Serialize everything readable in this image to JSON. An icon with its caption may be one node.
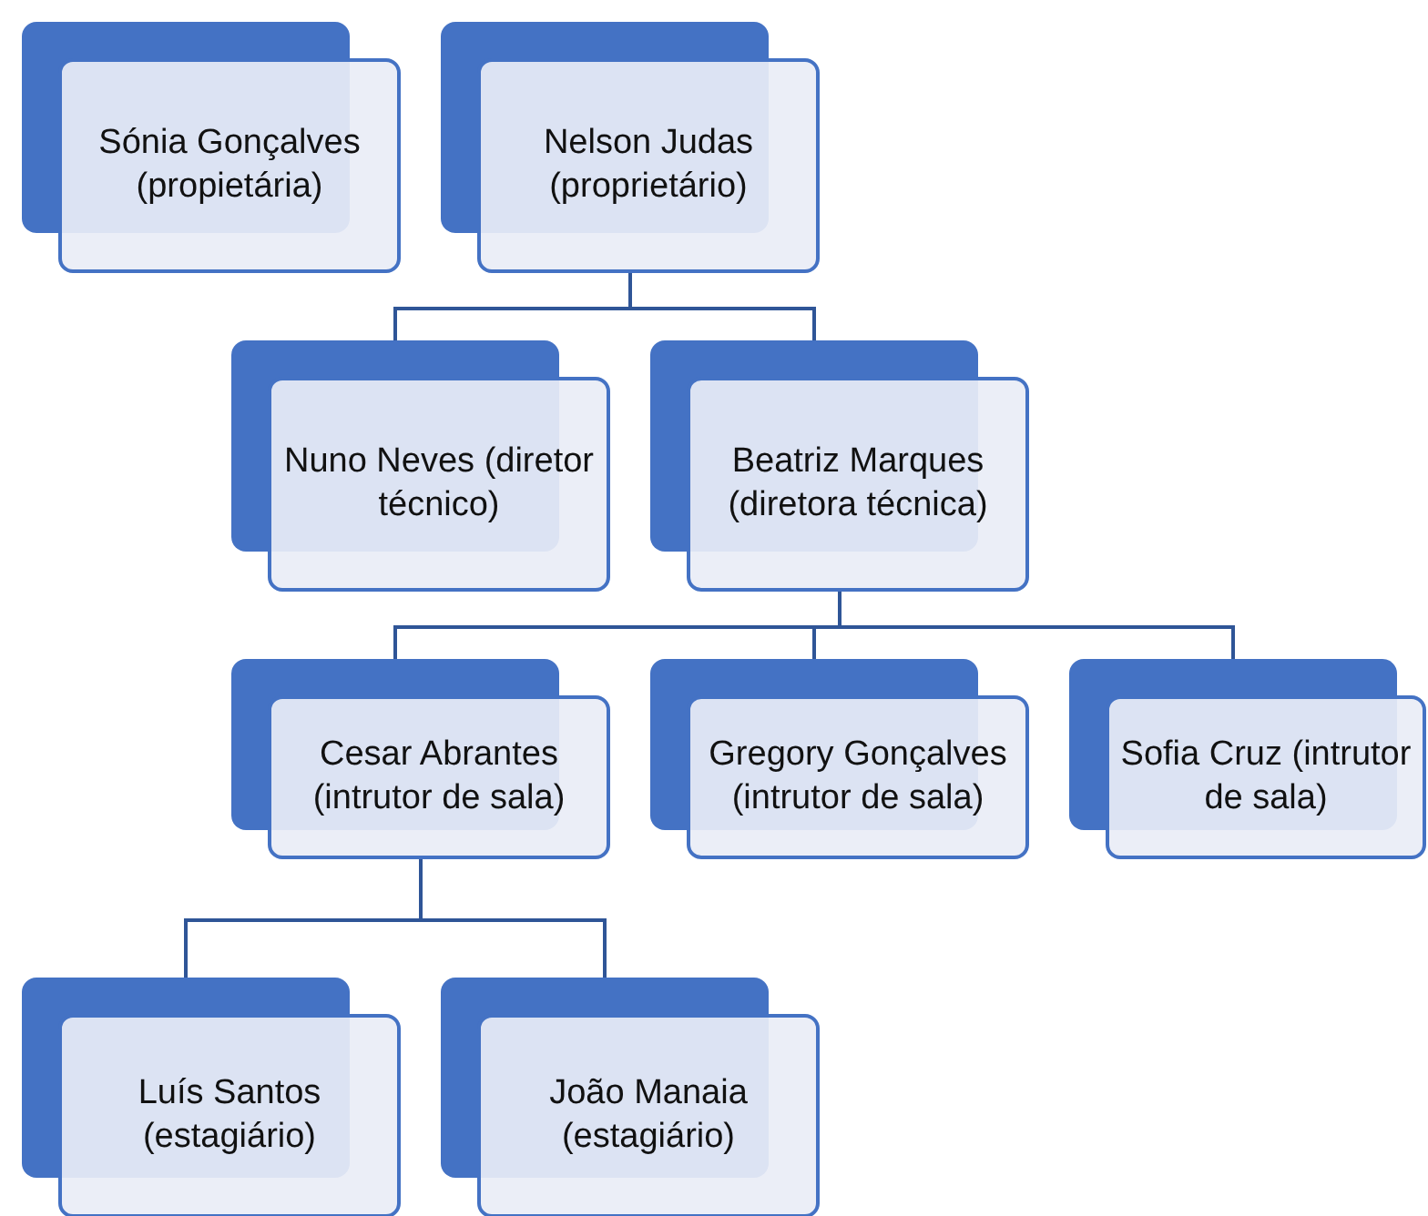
{
  "diagram": {
    "nodes": [
      {
        "text": [
          "Sónia Gonçalves (propietária)"
        ]
      },
      {
        "text": [
          "Nelson Judas (proprietário)"
        ]
      },
      {
        "text": [
          "Nuno Neves (diretor técnico)"
        ]
      },
      {
        "text": [
          "Beatriz Marques (diretora técnica)"
        ]
      },
      {
        "text": [
          "Cesar Abrantes (intrutor de sala)"
        ]
      },
      {
        "text": [
          "Gregory Gonçalves (intrutor de sala)"
        ]
      },
      {
        "text": [
          "Sofia Cruz (intrutor de sala)"
        ]
      },
      {
        "text": [
          "Luís Santos (estagiário)"
        ]
      },
      {
        "text": [
          "João Manaia (estagiário)"
        ]
      }
    ],
    "edges": [
      {
        "from": 1,
        "to": 2,
        "arrow": "none"
      },
      {
        "from": 1,
        "to": 3,
        "arrow": "none"
      },
      {
        "from": 3,
        "to": 4,
        "arrow": "none"
      },
      {
        "from": 3,
        "to": 5,
        "arrow": "none"
      },
      {
        "from": 3,
        "to": 6,
        "arrow": "none"
      },
      {
        "from": 4,
        "to": 7,
        "arrow": "none"
      },
      {
        "from": 4,
        "to": 8,
        "arrow": "none"
      }
    ]
  }
}
